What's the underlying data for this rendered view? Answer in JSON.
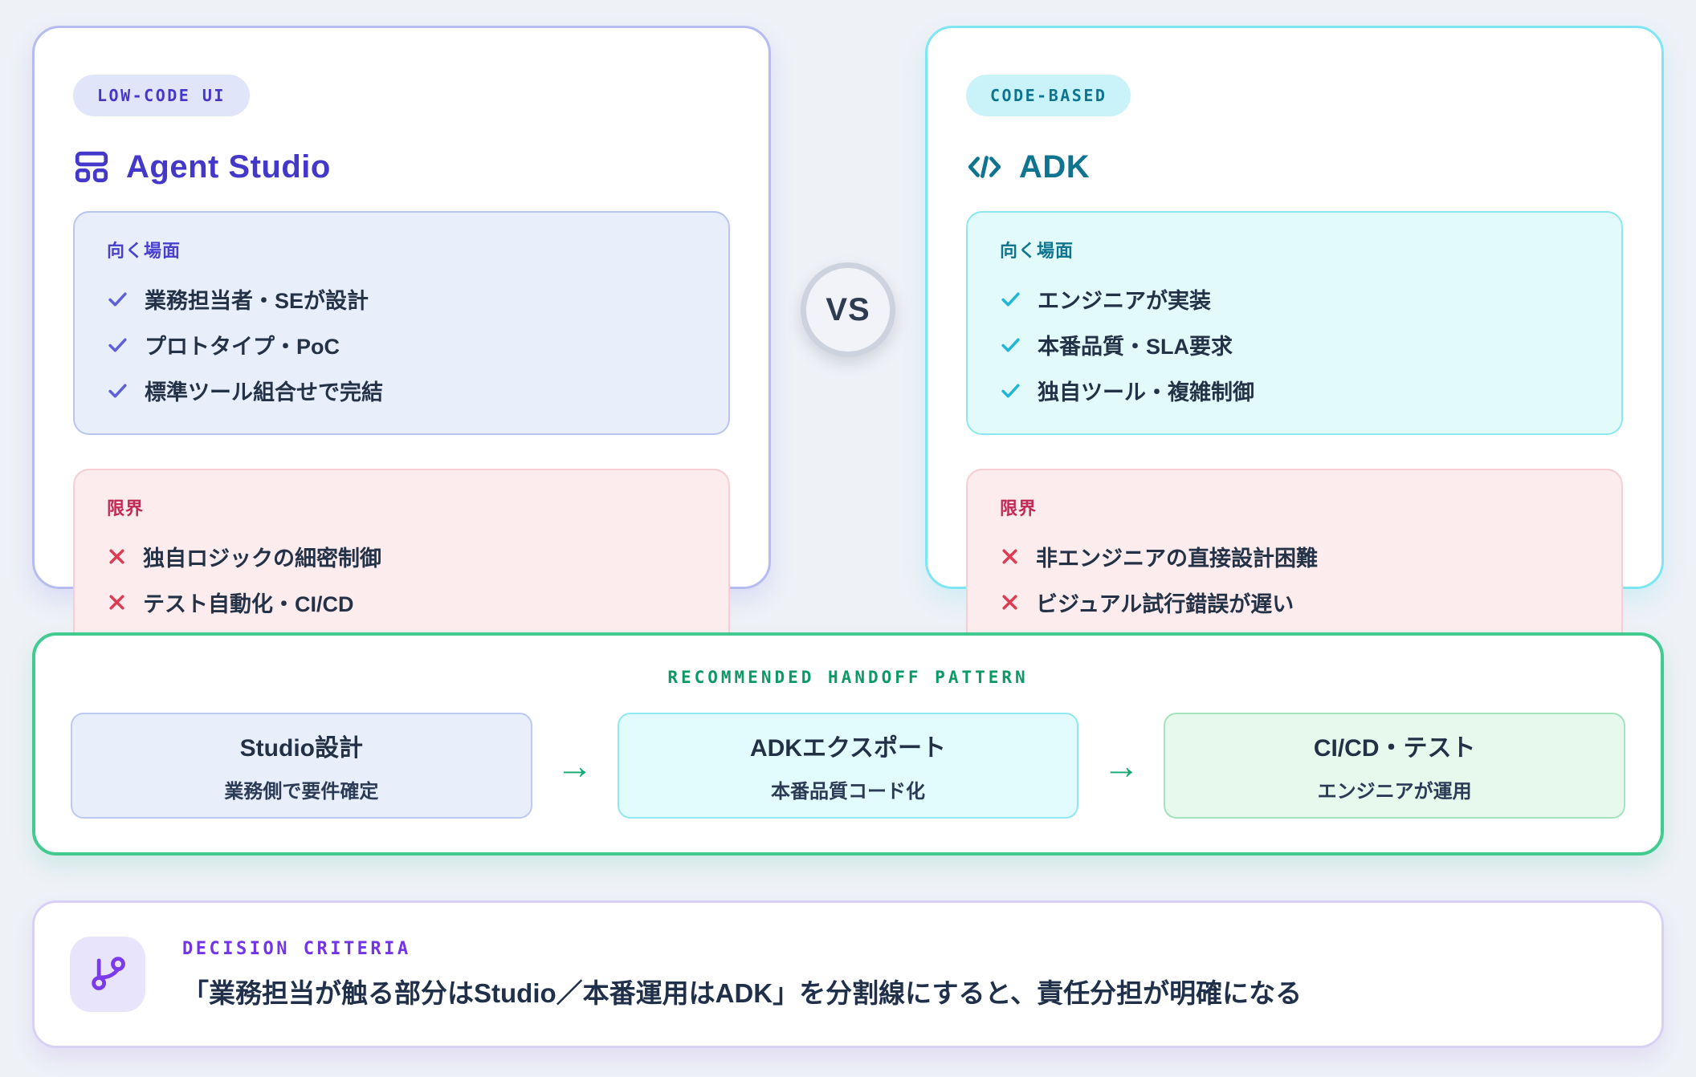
{
  "comparison": {
    "left": {
      "badge": "LOW-CODE UI",
      "title": "Agent Studio",
      "icon": "layout-icon",
      "fit": {
        "heading": "向く場面",
        "items": [
          "業務担当者・SEが設計",
          "プロトタイプ・PoC",
          "標準ツール組合せで完結"
        ]
      },
      "limits": {
        "heading": "限界",
        "items": [
          "独自ロジックの細密制御",
          "テスト自動化・CI/CD"
        ]
      }
    },
    "vs_label": "VS",
    "right": {
      "badge": "CODE-BASED",
      "title": "ADK",
      "icon": "code-icon",
      "fit": {
        "heading": "向く場面",
        "items": [
          "エンジニアが実装",
          "本番品質・SLA要求",
          "独自ツール・複雑制御"
        ]
      },
      "limits": {
        "heading": "限界",
        "items": [
          "非エンジニアの直接設計困難",
          "ビジュアル試行錯誤が遅い"
        ]
      }
    }
  },
  "handoff": {
    "heading": "RECOMMENDED HANDOFF PATTERN",
    "arrow": "→",
    "steps": [
      {
        "title": "Studio設計",
        "subtitle": "業務側で要件確定"
      },
      {
        "title": "ADKエクスポート",
        "subtitle": "本番品質コード化"
      },
      {
        "title": "CI/CD・テスト",
        "subtitle": "エンジニアが運用"
      }
    ]
  },
  "decision": {
    "label": "DECISION CRITERIA",
    "icon": "git-branch-icon",
    "text": "「業務担当が触る部分はStudio／本番運用はADK」を分割線にすると、責任分担が明確になる"
  },
  "colors": {
    "indigo_accent": "#4338ca",
    "teal_accent": "#0e7490",
    "green_accent": "#10b981",
    "purple_accent": "#7c3aed",
    "red_accent": "#dc3d52",
    "crimson_heading": "#c02a54"
  }
}
